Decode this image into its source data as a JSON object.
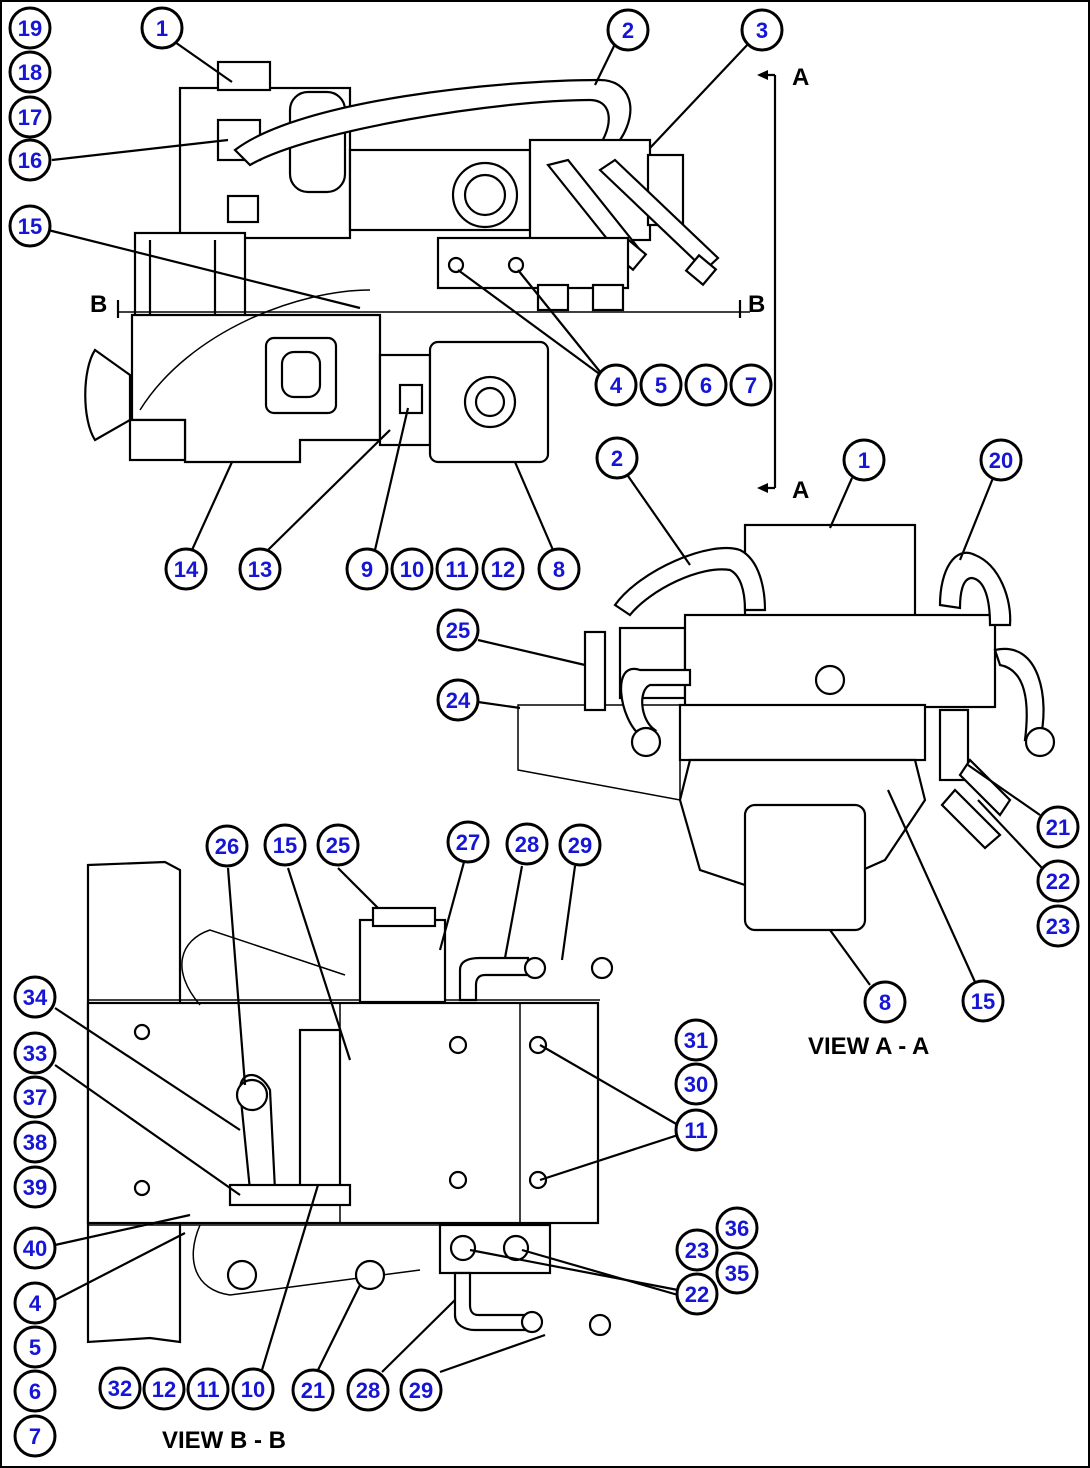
{
  "view_labels": {
    "view_a": "VIEW A - A",
    "view_b": "VIEW B - B"
  },
  "section_marks": {
    "a_top": "A",
    "a_bottom": "A",
    "b_left": "B",
    "b_right": "B"
  },
  "callouts": {
    "c19": "19",
    "c18": "18",
    "c17": "17",
    "c16": "16",
    "c15a": "15",
    "c1a": "1",
    "c2a": "2",
    "c3": "3",
    "c4a": "4",
    "c5a": "5",
    "c6a": "6",
    "c7a": "7",
    "c14": "14",
    "c13": "13",
    "c9": "9",
    "c10a": "10",
    "c11a": "11",
    "c12a": "12",
    "c8a": "8",
    "c2b": "2",
    "c1b": "1",
    "c20": "20",
    "c25a": "25",
    "c24": "24",
    "c21a": "21",
    "c22a": "22",
    "c23a": "23",
    "c8b": "8",
    "c15b": "15",
    "c26": "26",
    "c15c": "15",
    "c25b": "25",
    "c27": "27",
    "c28a": "28",
    "c29a": "29",
    "c34": "34",
    "c33": "33",
    "c37": "37",
    "c38": "38",
    "c39": "39",
    "c40": "40",
    "c4b": "4",
    "c5b": "5",
    "c6b": "6",
    "c7b": "7",
    "c31": "31",
    "c30": "30",
    "c11b": "11",
    "c36": "36",
    "c23b": "23",
    "c35": "35",
    "c22b": "22",
    "c32": "32",
    "c12b": "12",
    "c11c": "11",
    "c10b": "10",
    "c21b": "21",
    "c28b": "28",
    "c29b": "29"
  }
}
